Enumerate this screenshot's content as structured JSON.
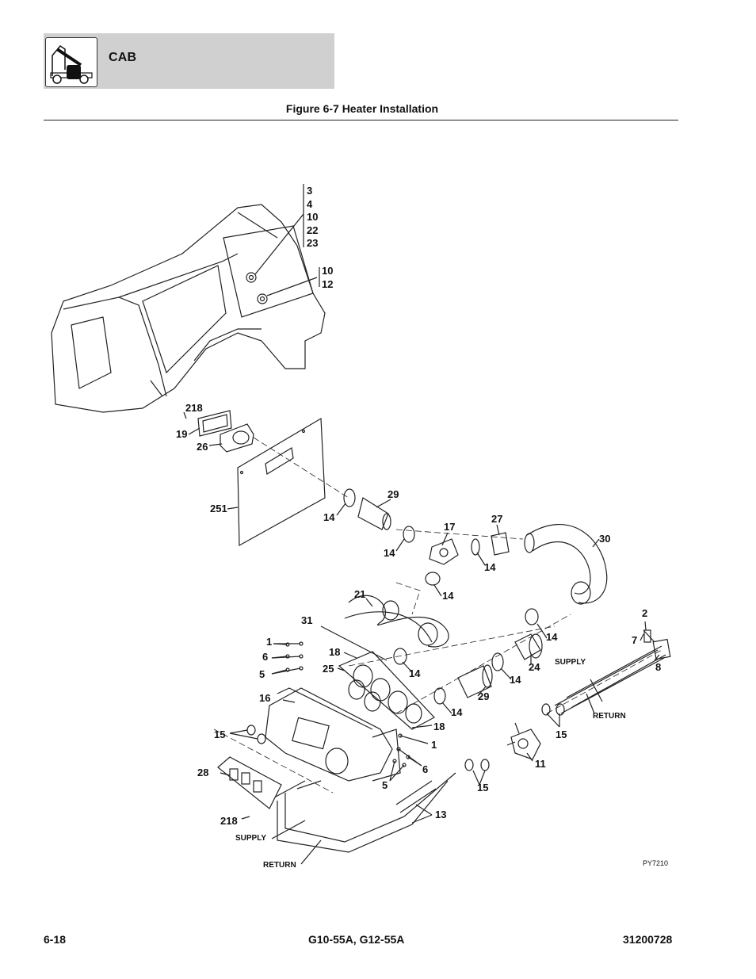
{
  "header": {
    "section": "CAB",
    "icon": "telehandler-icon"
  },
  "figure": {
    "title": "Figure 6-7 Heater Installation",
    "ref_code": "PY7210",
    "labels": {
      "dash_stack": [
        "3",
        "4",
        "10",
        "22",
        "23"
      ],
      "knob_stack": [
        "10",
        "12"
      ],
      "l218a": "218",
      "l19": "19",
      "l26": "26",
      "l251": "251",
      "l14a": "14",
      "l29a": "29",
      "l14b": "14",
      "l17": "17",
      "l27": "27",
      "l14c": "14",
      "l30": "30",
      "l14d": "14",
      "l21": "21",
      "l31": "31",
      "l1a": "1",
      "l6a": "6",
      "l5a": "5",
      "l18a": "18",
      "l25": "25",
      "l14e": "14",
      "l16": "16",
      "l14f": "14",
      "l24": "24",
      "l14g": "14",
      "l29b": "29",
      "l14h": "14",
      "l18b": "18",
      "l1b": "1",
      "l15a": "15",
      "l6b": "6",
      "l5b": "5",
      "l28": "28",
      "l218b": "218",
      "l13": "13",
      "l15b": "15",
      "l11": "11",
      "l15c": "15",
      "l2": "2",
      "l7": "7",
      "l8": "8",
      "supply_top": "SUPPLY",
      "return_top": "RETURN",
      "supply_bottom": "SUPPLY",
      "return_bottom": "RETURN"
    }
  },
  "footer": {
    "page": "6-18",
    "models": "G10-55A, G12-55A",
    "doc_number": "31200728"
  }
}
